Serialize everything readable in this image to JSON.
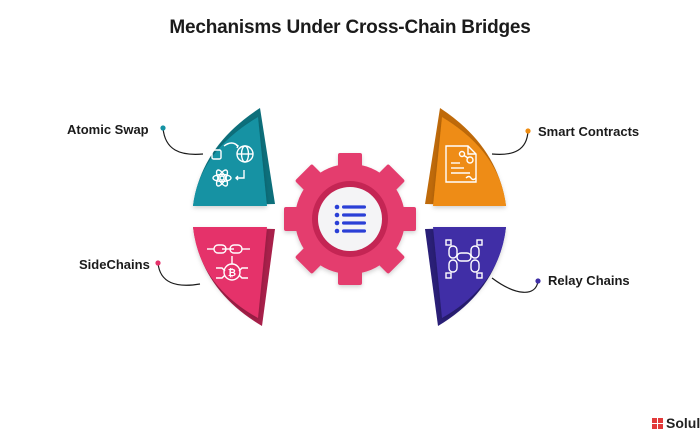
{
  "title": "Mechanisms Under Cross-Chain Bridges",
  "mechanisms": {
    "atomic_swap": {
      "label": "Atomic Swap",
      "color": "#1492a3"
    },
    "smart_contracts": {
      "label": "Smart Contracts",
      "color": "#ee8c12"
    },
    "sidechains": {
      "label": "SideChains",
      "color": "#e5336b"
    },
    "relay_chains": {
      "label": "Relay Chains",
      "color": "#3f2fa6"
    }
  },
  "center": {
    "icon": "list-icon",
    "gear_color": "#e43d6e"
  },
  "brand": {
    "text": "Solul"
  }
}
